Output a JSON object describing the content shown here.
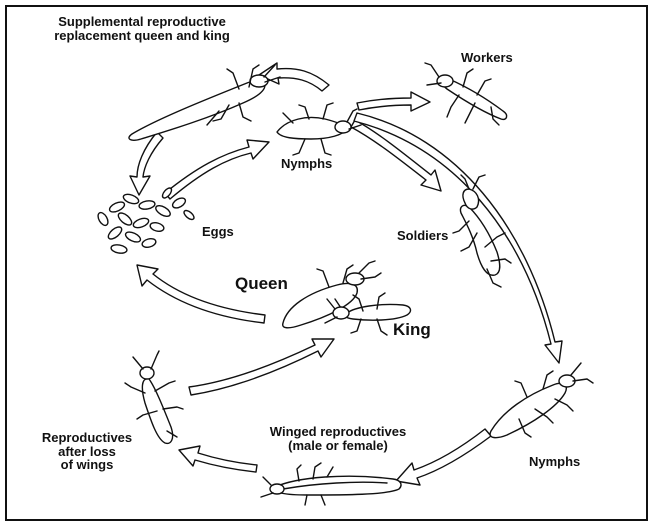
{
  "labels": {
    "supplemental": "Supplemental reproductive\nreplacement queen and king",
    "workers": "Workers",
    "nymphs_top": "Nymphs",
    "eggs": "Eggs",
    "soldiers": "Soldiers",
    "queen": "Queen",
    "king": "King",
    "reproductives_after": "Reproductives\nafter loss\nof wings",
    "winged": "Winged reproductives\n(male or female)",
    "nymphs_bottom": "Nymphs"
  },
  "colors": {
    "ink": "#111111",
    "fill": "#ffffff"
  }
}
